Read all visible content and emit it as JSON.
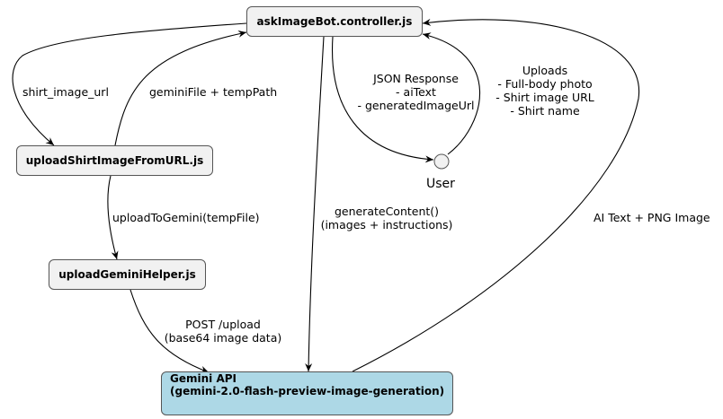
{
  "nodes": {
    "controller": "askImageBot.controller.js",
    "upload_shirt": "uploadShirtImageFromURL.js",
    "upload_helper": "uploadGeminiHelper.js",
    "gemini_api_line1": "Gemini API",
    "gemini_api_line2": "(gemini-2.0-flash-preview-image-generation)",
    "user": "User"
  },
  "edges": {
    "shirt_image_url": "shirt_image_url",
    "gemini_file": "geminiFile + tempPath",
    "upload_to_gemini": "uploadToGemini(tempFile)",
    "post_upload_1": "POST /upload",
    "post_upload_2": "(base64 image data)",
    "generate_content_1": "generateContent()",
    "generate_content_2": "(images + instructions)",
    "json_response_1": "JSON Response",
    "json_response_2": "- aiText",
    "json_response_3": "- generatedImageUrl",
    "uploads_1": "Uploads",
    "uploads_2": "- Full-body photo",
    "uploads_3": "- Shirt image URL",
    "uploads_4": "- Shirt name",
    "ai_text": "AI Text + PNG Image"
  },
  "colors": {
    "node_fill": "#f1f1f1",
    "api_fill": "#add8e6",
    "border": "#555555",
    "edge": "#000000"
  }
}
